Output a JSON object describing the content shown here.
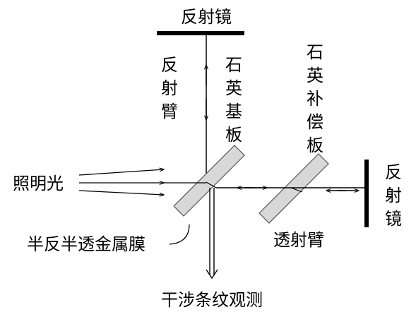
{
  "labels": {
    "mirror_top": "反射镜",
    "reflect_arm": "反射臂",
    "quartz_substrate": "石英基板",
    "quartz_compensator": "石英补偿板",
    "illumination": "照明光",
    "mirror_right": "反射镜",
    "transmit_arm": "透射臂",
    "half_mirror_film": "半反半透金属膜",
    "fringe_observation": "干涉条纹观测"
  },
  "colors": {
    "line": "#000000",
    "plate_fill": "#d8d8d8",
    "plate_stroke": "#555555"
  }
}
